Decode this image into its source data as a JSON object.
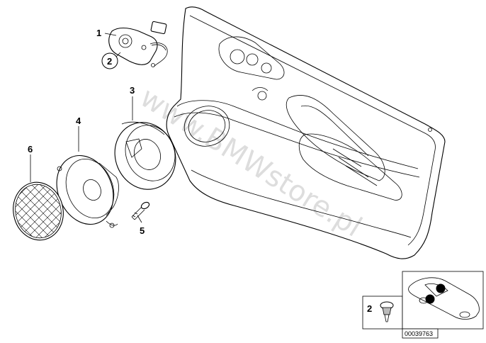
{
  "watermark": "www.BMWstore.pl",
  "callouts": {
    "c1": "1",
    "c2": "2",
    "c3": "3",
    "c4": "4",
    "c5": "5",
    "c6": "6"
  },
  "legend": {
    "item_number": "2"
  },
  "reference_code": "00039763",
  "colors": {
    "line": "#000000",
    "background": "#ffffff",
    "watermark": "#000000"
  },
  "icons": [
    "door-trim-panel",
    "tweeter-housing",
    "speaker-enclosure",
    "loudspeaker",
    "screw",
    "speaker-grille",
    "expanding-rivet",
    "car-location-thumbnail"
  ]
}
